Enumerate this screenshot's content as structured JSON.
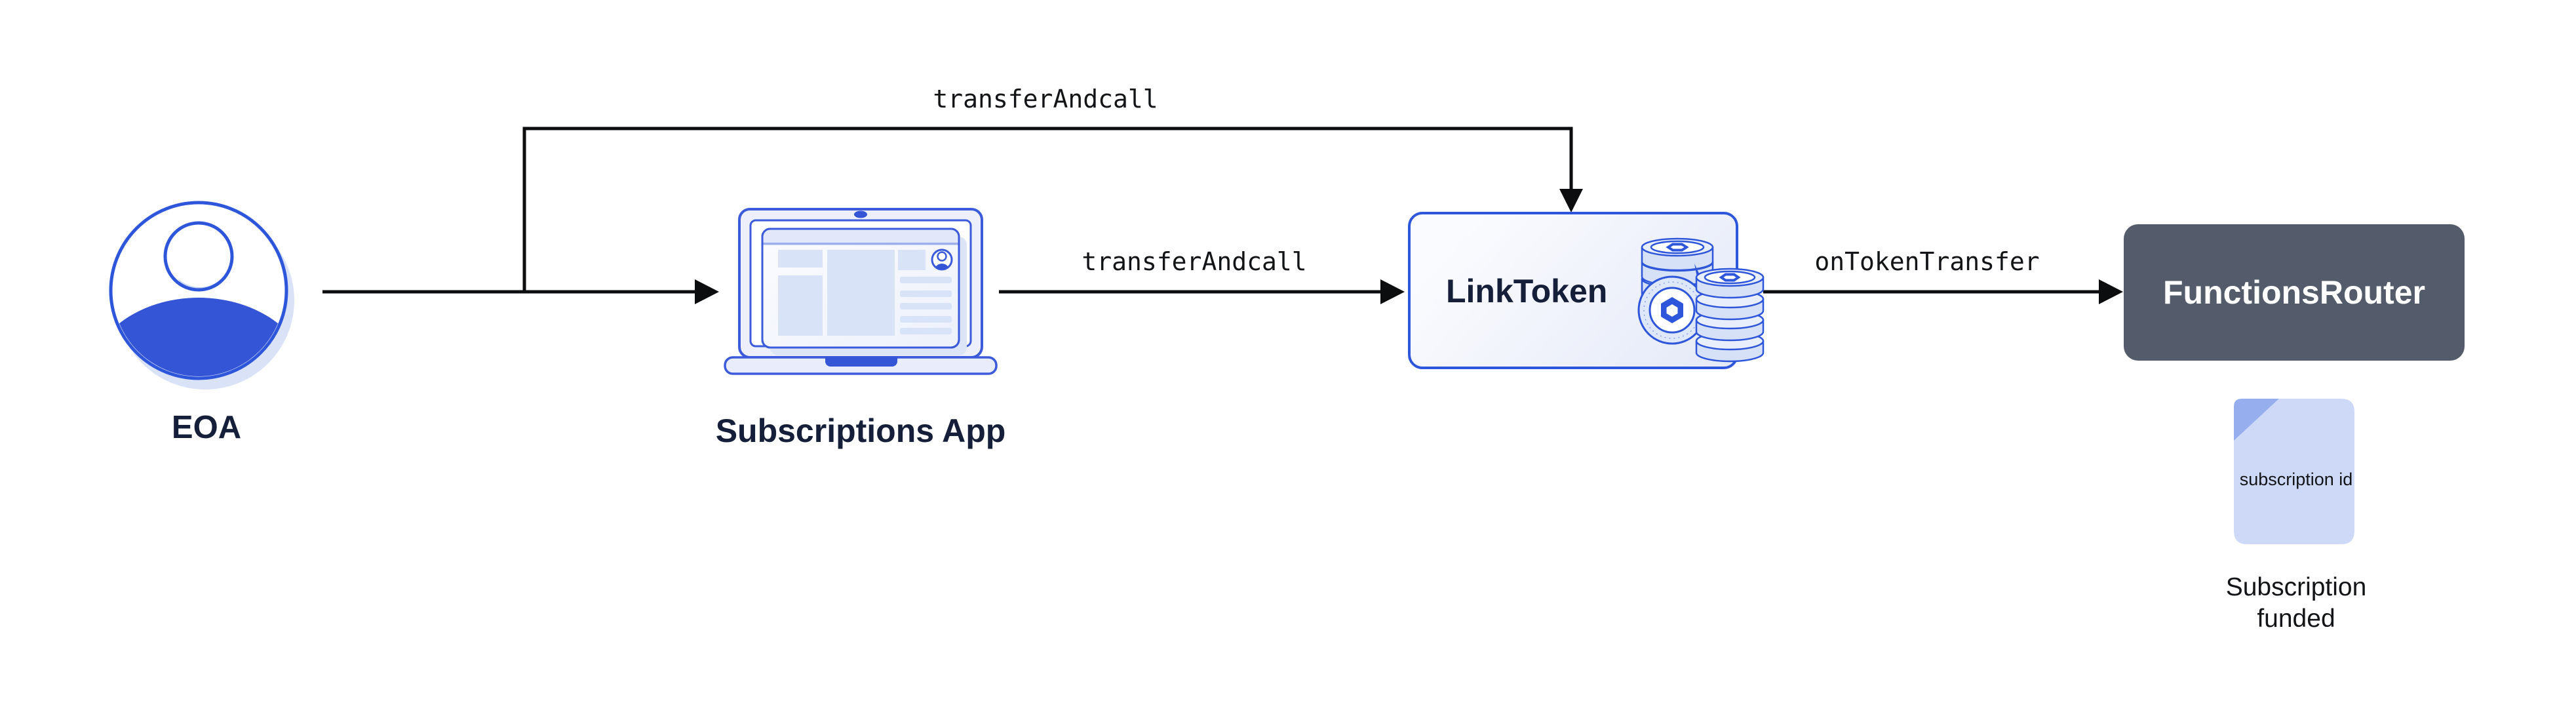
{
  "nodes": {
    "eoa": {
      "label": "EOA"
    },
    "subscriptions_app": {
      "label": "Subscriptions App"
    },
    "link_token": {
      "label": "LinkToken"
    },
    "functions_router": {
      "label": "FunctionsRouter"
    }
  },
  "edges": {
    "eoa_to_link_token": {
      "label": "transferAndcall"
    },
    "app_to_link_token": {
      "label": "transferAndcall"
    },
    "link_token_to_functions_router": {
      "label": "onTokenTransfer"
    }
  },
  "artifact": {
    "doc_label": "subscription id",
    "caption": "Subscription funded"
  },
  "icons": {
    "eoa": "user-avatar-icon",
    "subscriptions_app": "laptop-app-icon",
    "link_token": "link-coins-icon",
    "artifact": "document-icon"
  },
  "colors": {
    "accent_blue": "#2E56DA",
    "fill_blue": "#3355D6",
    "navy_text": "#151F39",
    "near_black": "#121417",
    "slate_box": "#545B6B",
    "pale_blue": "#D9E3F8",
    "shadow_blue": "#D9E2F7",
    "doc_fill": "#CDD9F7",
    "doc_fold": "#97AEEE",
    "arrow_black": "#0C0D0E"
  }
}
